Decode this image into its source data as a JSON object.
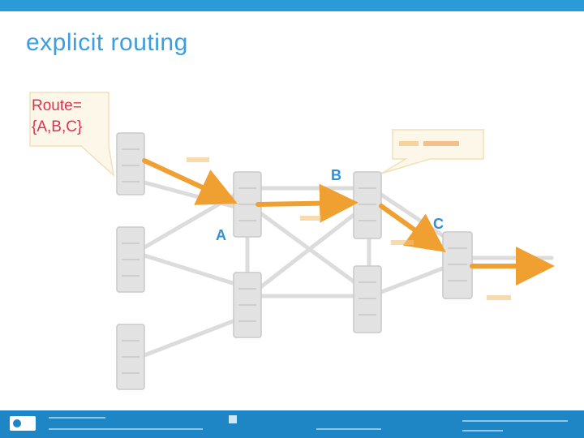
{
  "slide": {
    "title": "explicit routing"
  },
  "callout": {
    "line1": "Route=",
    "line2": "{A,B,C}"
  },
  "node_labels": {
    "a": "A",
    "b": "B",
    "c": "C"
  },
  "colors": {
    "accent_bar": "#2a9bd8",
    "title": "#3c9ee0",
    "route_arrow": "#f0a030",
    "callout_text": "#e03050",
    "node_label": "#2f8fd8",
    "link": "#d8d8d8",
    "router": "#dedede"
  },
  "icons": {
    "router": "router-icon",
    "logo": "logo-icon"
  }
}
